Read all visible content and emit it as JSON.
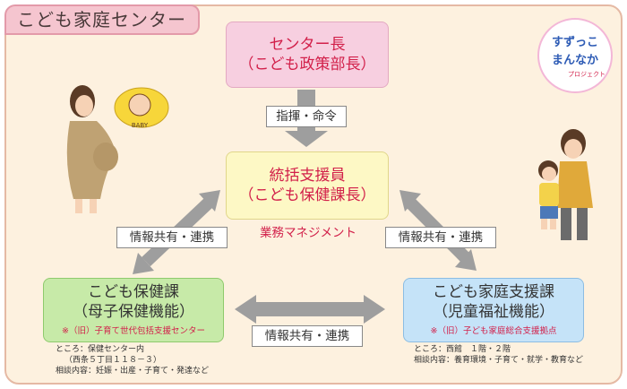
{
  "title": "こども家庭センター",
  "center_box": {
    "line1": "センター長",
    "line2": "（こども政策部長）"
  },
  "command_label": "指揮・命令",
  "coordinator_box": {
    "line1": "統括支援員",
    "line2": "（こども保健課長）"
  },
  "management_label": "業務マネジメント",
  "share_labels": {
    "left": "情報共有・連携",
    "right": "情報共有・連携",
    "bottom": "情報共有・連携"
  },
  "health_box": {
    "line1": "こども保健課",
    "line2": "（母子保健機能）",
    "sub": "※（旧）子育て世代包括支援センター",
    "info": [
      "ところ：保健センター内",
      "（西条５丁目１１８－３）",
      "相談内容：妊娠・出産・子育て・発達など"
    ]
  },
  "family_box": {
    "line1": "こども家庭支援課",
    "line2": "（児童福祉機能）",
    "sub": "※（旧）子ども家庭総合支援拠点",
    "info": [
      "ところ：西館　１階・２階",
      "相談内容：養育環境・子育て・就学・教育など"
    ]
  },
  "logo": {
    "line1": "すずっこ",
    "line2": "まんなか",
    "line3": "プロジェクト"
  },
  "baby_text": "BABY",
  "colors": {
    "frame_bg": "#fdf1df",
    "title_tab": "#f5c5cf",
    "red_text": "#d2204a",
    "arrow": "#9e9e9e",
    "green_box": "#c7eaa8",
    "blue_box": "#c5e3f8",
    "pink_box": "#f7cfe0",
    "yellow_box": "#fdf8c5"
  }
}
